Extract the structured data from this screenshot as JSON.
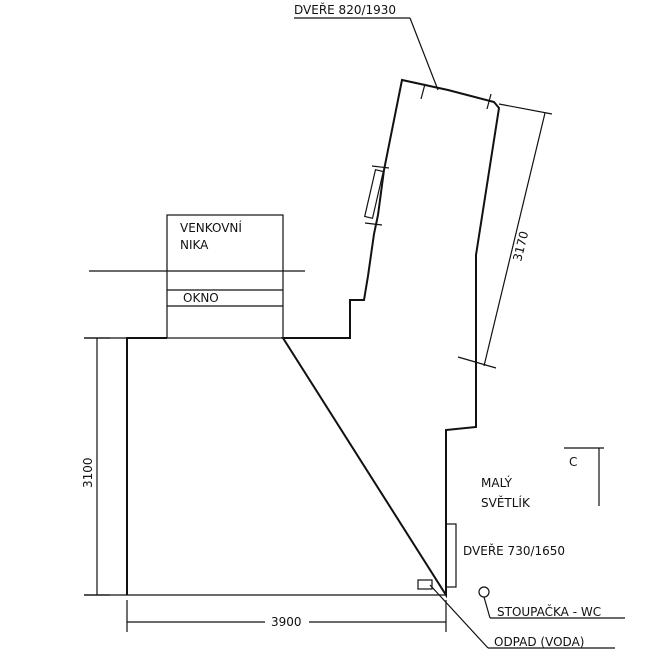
{
  "labels": {
    "door_top": "DVEŘE 820/1930",
    "venkovni": "VENKOVNÍ",
    "nika": "NIKA",
    "okno": "OKNO",
    "dim_left": "3100",
    "dim_bottom": "3900",
    "dim_right": "3170",
    "maly": "MALÝ",
    "svetlik": "SVĚTLÍK",
    "c": "C",
    "door_side": "DVEŘE 730/1650",
    "stoupacka": "STOUPAČKA - WC",
    "odpad": "ODPAD (VODA)"
  }
}
